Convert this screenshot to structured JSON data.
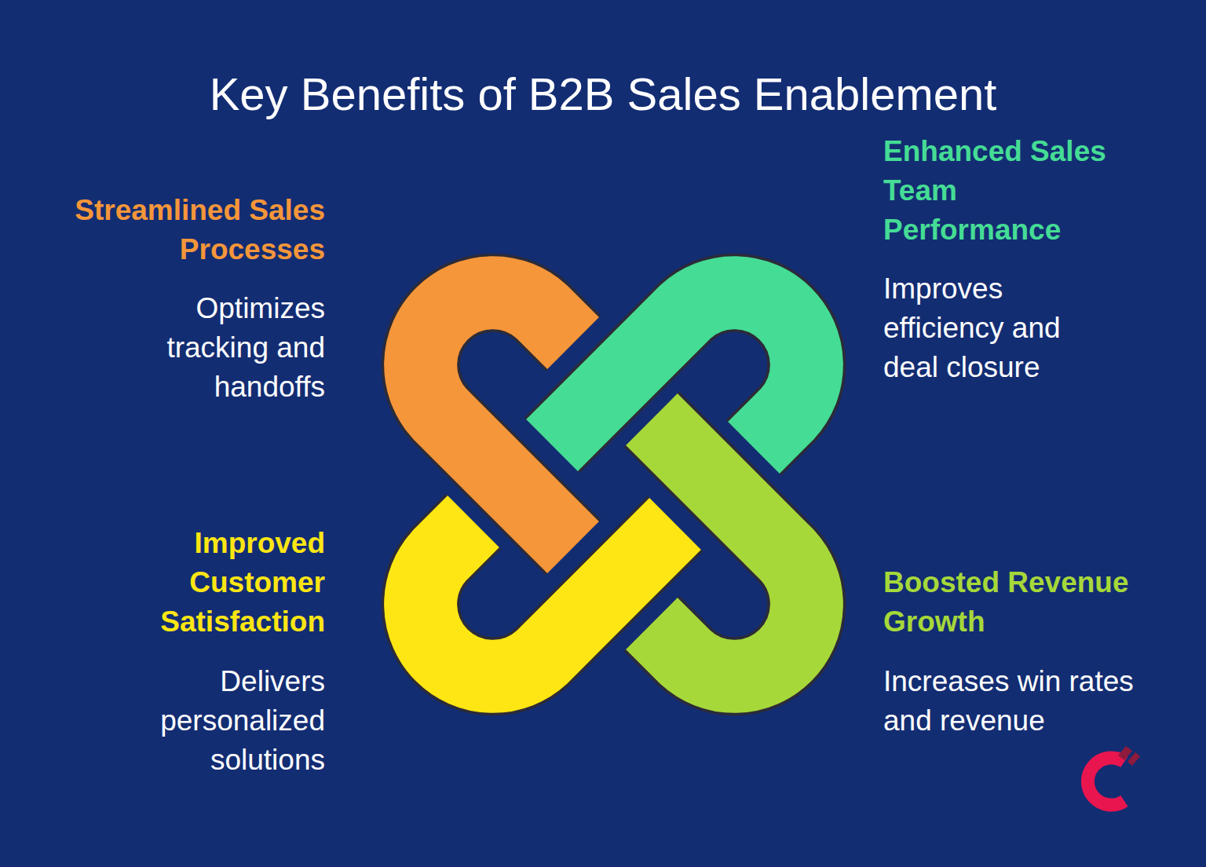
{
  "diagram": {
    "title": "Key Benefits of B2B Sales Enablement",
    "labels": [
      "Streamlined Sales Processes",
      "Optimizes tracking and handoffs",
      "Enhanced Sales Team Performance",
      "Improves efficiency and deal closure",
      "Improved Customer Satisfaction",
      "Delivers personalized solutions",
      "Boosted Revenue Growth",
      "Increases win rates and revenue"
    ]
  }
}
